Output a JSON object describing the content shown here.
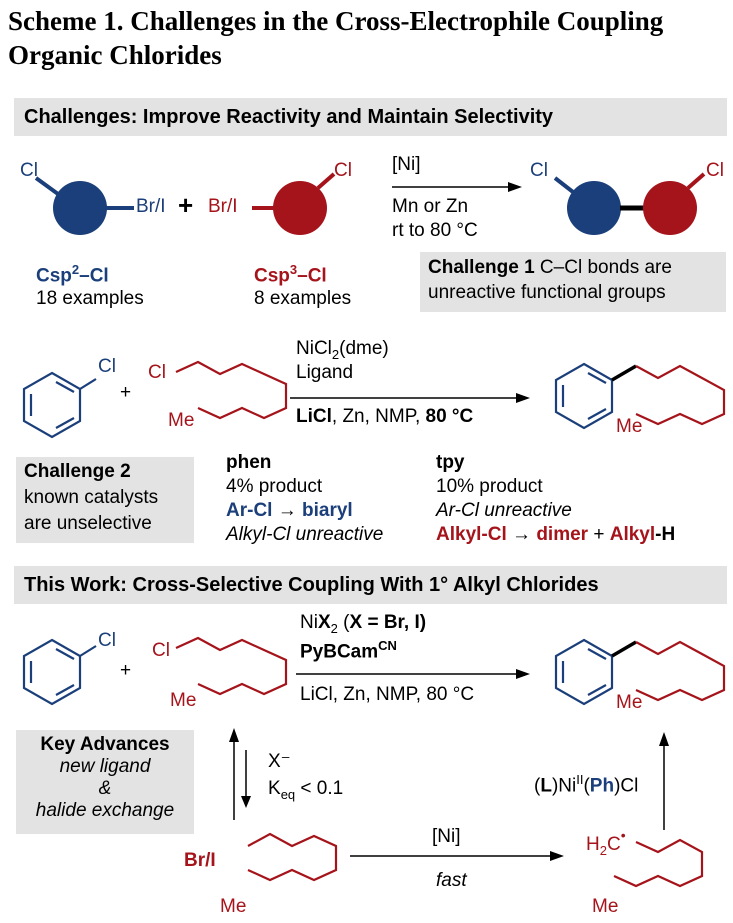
{
  "title_line1": "Scheme 1. Challenges in the Cross-Electrophile Coupling",
  "title_line2": "Organic Chlorides",
  "banner1": "Challenges:  Improve Reactivity and Maintain Selectivity",
  "banner2": "This Work:  Cross-Selective Coupling With 1° Alkyl Chlorides",
  "top_scheme": {
    "left_cl": "Cl",
    "left_brI": "Br/I",
    "plus": "+",
    "right_brI": "Br/I",
    "right_cl": "Cl",
    "cond_above": "[Ni]",
    "cond_below1": "Mn or Zn",
    "cond_below2": "rt to 80 °C",
    "prod_cl_left": "Cl",
    "prod_cl_right": "Cl",
    "csp2_main": "Csp",
    "csp2_sup": "2",
    "csp2_tail": "–Cl",
    "csp2_examples": "18 examples",
    "csp3_main": "Csp",
    "csp3_sup": "3",
    "csp3_tail": "–Cl",
    "csp3_examples": "8 examples",
    "challenge1_bold": "Challenge 1",
    "challenge1_rest": " C–Cl bonds are",
    "challenge1_line2": "unreactive functional groups"
  },
  "rxn2": {
    "cl_aryl": "Cl",
    "plus": "+",
    "cl_alkyl": "Cl",
    "me": "Me",
    "reagent1_pre": "NiCl",
    "reagent1_sub": "2",
    "reagent1_post": "(dme)",
    "reagent2": "Ligand",
    "cond_licl": "LiCl",
    "cond_mid": ", Zn, NMP, ",
    "cond_temp": "80 °C",
    "prod_me": "Me"
  },
  "challenge2": {
    "line1": "Challenge 2",
    "line2": "known catalysts",
    "line3": "are unselective"
  },
  "phen": {
    "head": "phen",
    "pct": "4% product",
    "arcl": "Ar-Cl",
    "biaryl": "biaryl",
    "alkyl_unreactive": "Alkyl-Cl unreactive"
  },
  "tpy": {
    "head": "tpy",
    "pct": "10% product",
    "arcl_unreactive": "Ar-Cl unreactive",
    "alkylcl": "Alkyl-Cl",
    "dimer": "dimer",
    "plus": " + ",
    "alkyl": "Alkyl",
    "h": "-H"
  },
  "rxn3": {
    "cl_aryl": "Cl",
    "plus": "+",
    "cl_alkyl": "Cl",
    "me": "Me",
    "reagent1_pre": "Ni",
    "reagent1_x": "X",
    "reagent1_sub": "2",
    "reagent1_paren_open": " (",
    "reagent1_x2": "X",
    "reagent1_paren_rest": " = Br, I)",
    "ligand": "PyBCam",
    "ligand_sup": "CN",
    "cond": "LiCl, Zn, NMP, 80 °C",
    "prod_me": "Me"
  },
  "key_advances": {
    "line1": "Key Advances",
    "line2": "new ligand",
    "line3": "&",
    "line4": "halide exchange"
  },
  "exchange": {
    "x_minus": "X⁻",
    "keq_pre": "K",
    "keq_sub": "eq",
    "keq_post": " < 0.1"
  },
  "bottom": {
    "brI": "Br/I",
    "me_left": "Me",
    "ni": "[Ni]",
    "fast": "fast",
    "h2c": "H",
    "h2c_sub": "2",
    "h2c_c": "C",
    "me_right": "Me",
    "complex_open": "(",
    "complex_L": "L",
    "complex_ni": ")Ni",
    "complex_sup": "II",
    "complex_open2": "(",
    "complex_ph": "Ph",
    "complex_close": ")Cl"
  },
  "colors": {
    "blue": "#1b3f7a",
    "red": "#a5141b",
    "banner_gray": "#e3e3e3"
  }
}
